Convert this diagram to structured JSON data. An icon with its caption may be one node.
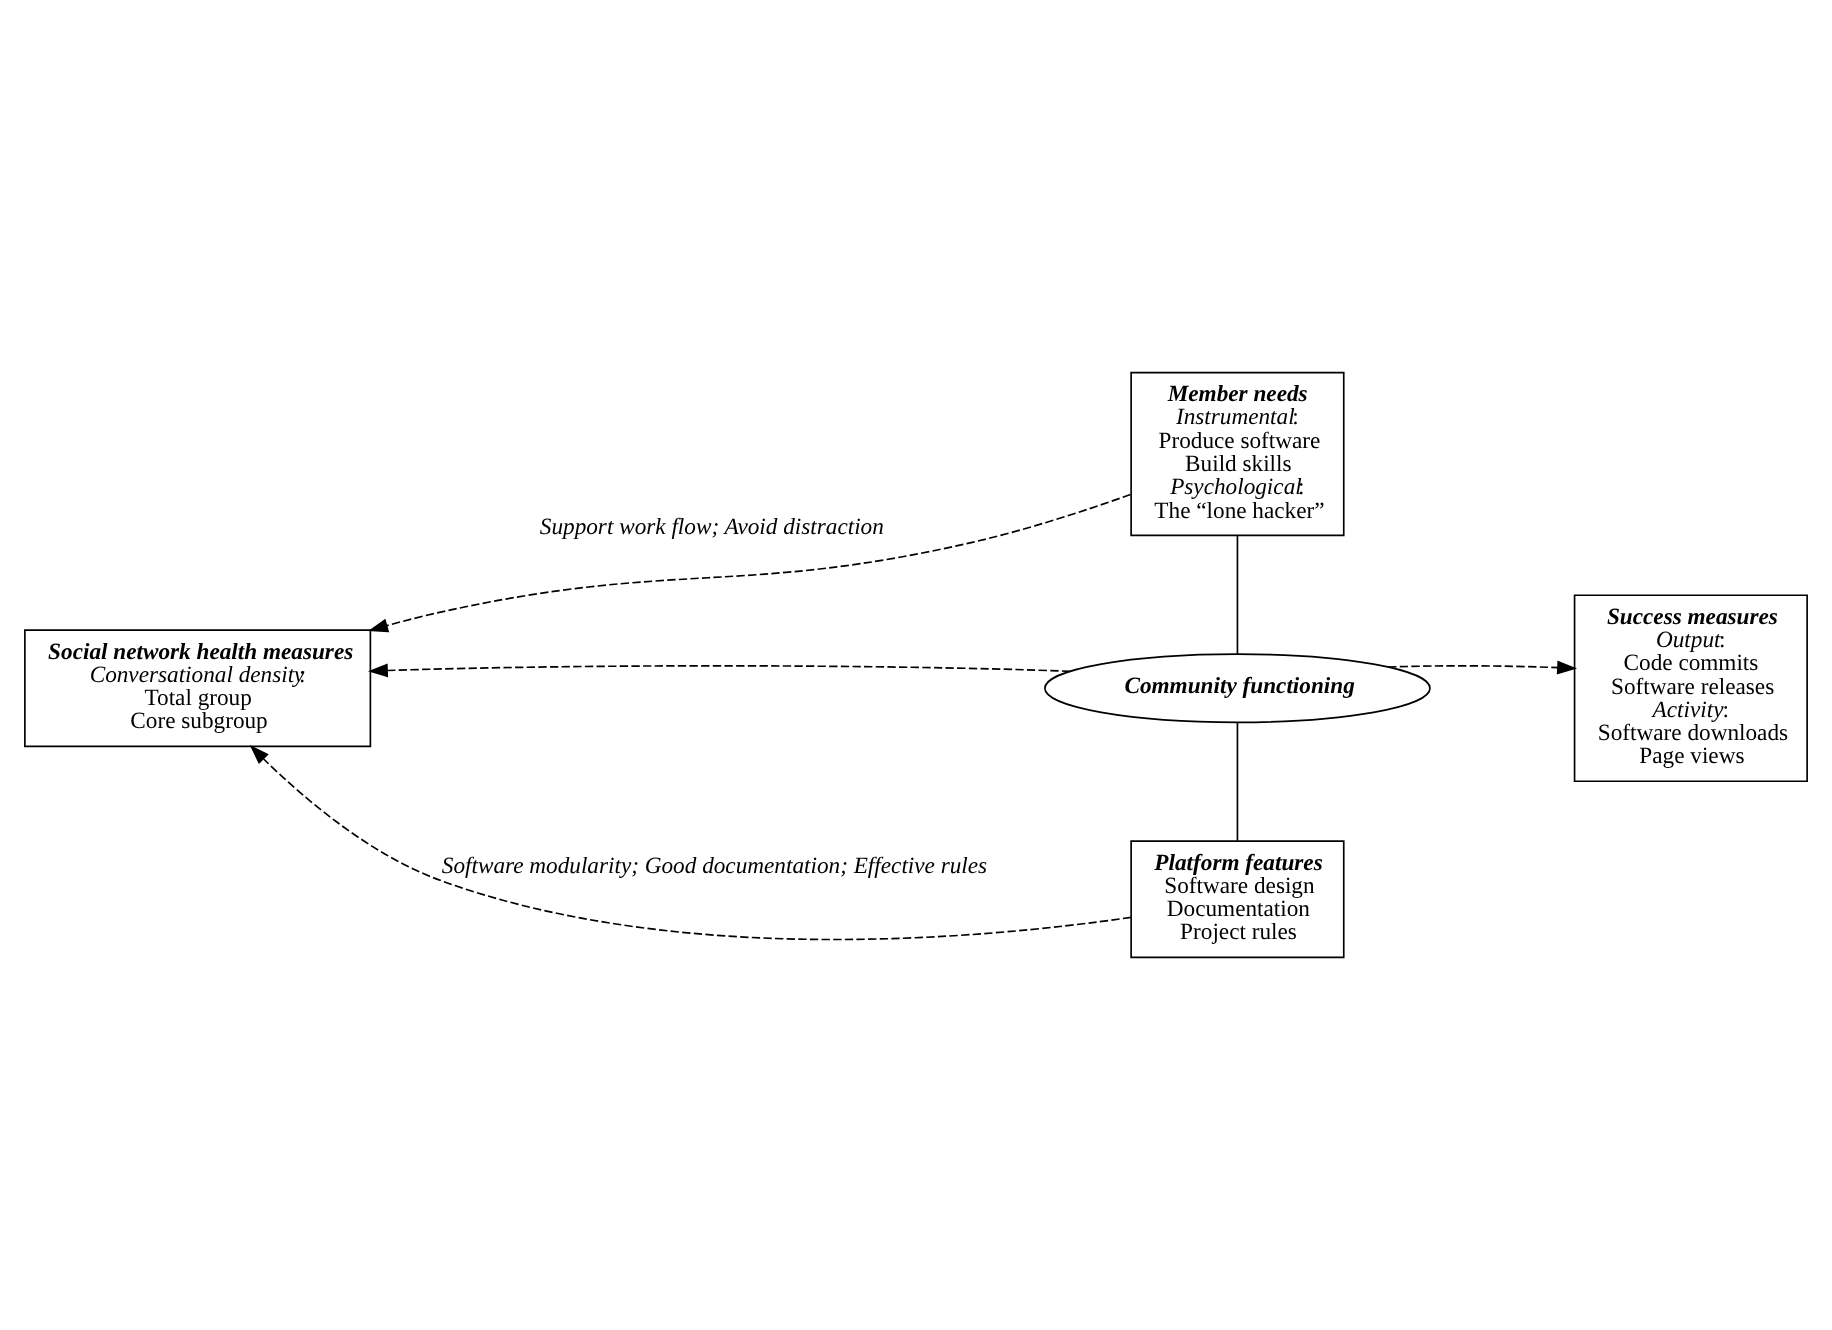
{
  "diagram": {
    "nodes": [
      {
        "text": [
          "Member needs",
          "*Instrumental*:",
          "Produce software",
          "Build skills",
          "*Psychological*:",
          "The “lone hacker”"
        ]
      },
      {
        "text": [
          "Social network health measures",
          "*Conversational density*:",
          "Total group",
          "Core subgroup"
        ]
      },
      {
        "text": [
          "Community functioning"
        ]
      },
      {
        "text": [
          "Success measures",
          "*Output*:",
          "Code commits",
          "Software releases",
          "*Activity*:",
          "Software downloads",
          "Page views"
        ]
      },
      {
        "text": [
          "Platform features",
          "Software design",
          "Documentation",
          "Project rules"
        ]
      }
    ],
    "edges": [
      {
        "from": 0,
        "to": 1,
        "arrow": "to",
        "style": "dashed",
        "label": "Support work flow; Avoid distraction"
      },
      {
        "from": 0,
        "to": 2,
        "arrow": "none"
      },
      {
        "from": 2,
        "to": 1,
        "arrow": "to",
        "style": "dashed"
      },
      {
        "from": 2,
        "to": 3,
        "arrow": "to",
        "style": "dashed"
      },
      {
        "from": 2,
        "to": 4,
        "arrow": "none"
      },
      {
        "from": 4,
        "to": 1,
        "arrow": "to",
        "style": "dashed",
        "label": "Software modularity; Good documentation; Effective rules"
      }
    ]
  }
}
